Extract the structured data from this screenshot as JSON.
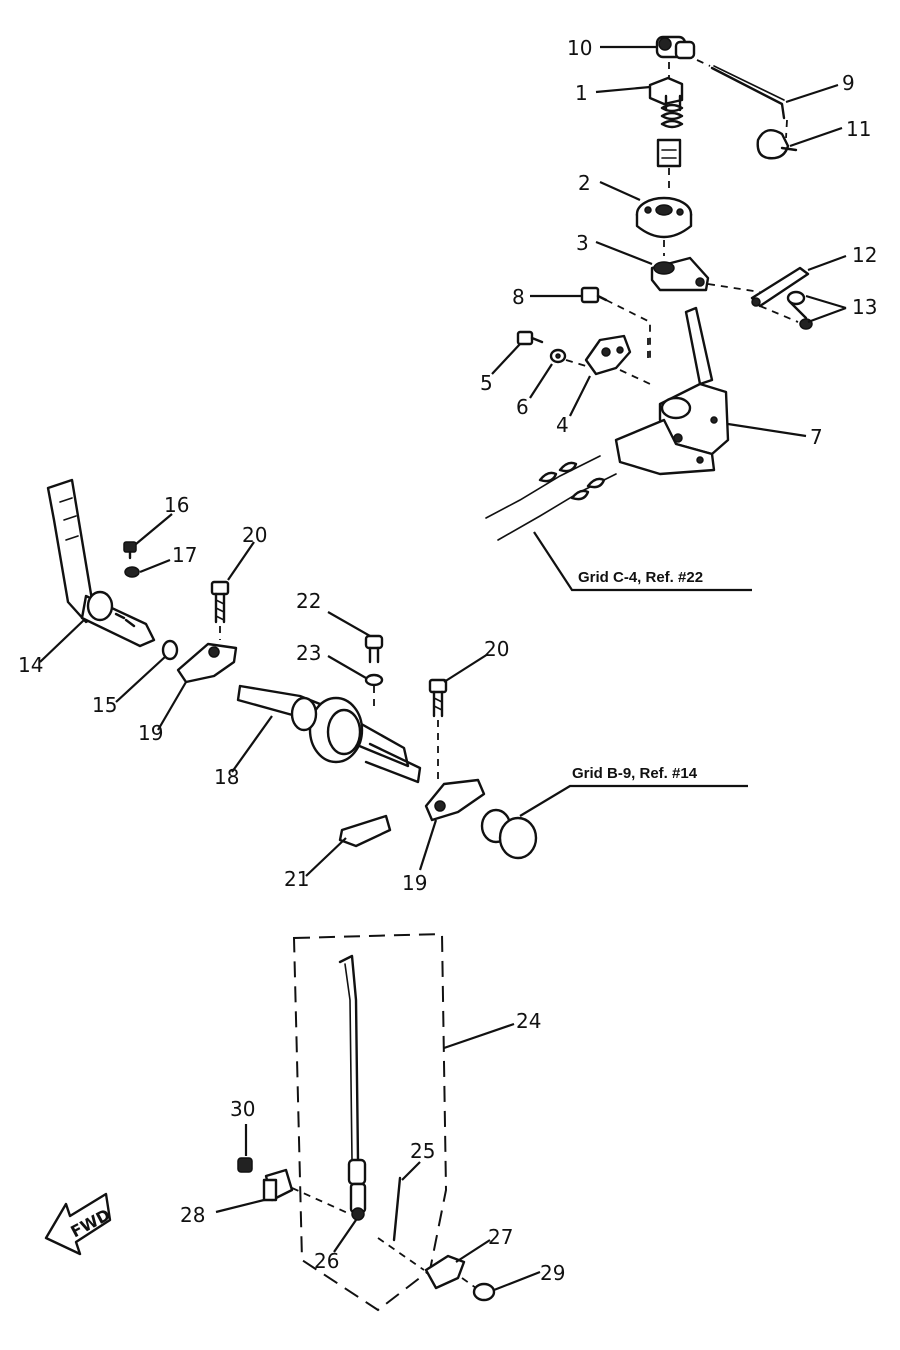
{
  "callouts": {
    "c1": "1",
    "c2": "2",
    "c3": "3",
    "c4": "4",
    "c5": "5",
    "c6": "6",
    "c7": "7",
    "c8": "8",
    "c9": "9",
    "c10": "10",
    "c11": "11",
    "c12": "12",
    "c13": "13",
    "c14": "14",
    "c15": "15",
    "c16": "16",
    "c17": "17",
    "c18": "18",
    "c19a": "19",
    "c19b": "19",
    "c20a": "20",
    "c20b": "20",
    "c21": "21",
    "c22": "22",
    "c23": "23",
    "c24": "24",
    "c25": "25",
    "c26": "26",
    "c27": "27",
    "c28": "28",
    "c29": "29",
    "c30": "30"
  },
  "references": {
    "grid_c4": "Grid C-4, Ref. #22",
    "grid_b9": "Grid B-9, Ref. #14"
  },
  "fwd_arrow": {
    "label": "FWD"
  }
}
